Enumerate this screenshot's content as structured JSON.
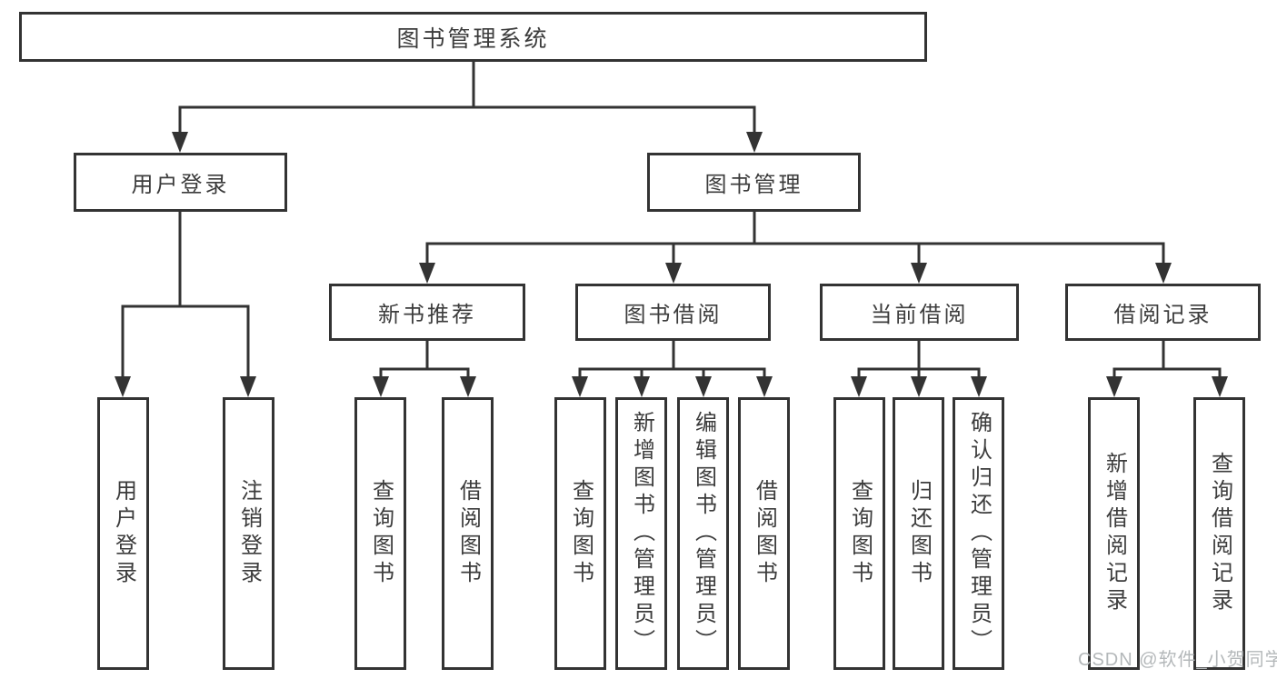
{
  "page": {
    "background": "#ffffff"
  },
  "colors": {
    "line": "#333333",
    "box_border": "#333333",
    "box_fill": "#ffffff",
    "label_text": "#3c3c3c",
    "watermark_text": "#b4b8ba"
  },
  "tree": {
    "root": {
      "label": "图书管理系统"
    },
    "level1": [
      {
        "label": "用户登录",
        "children": [
          {
            "label": "用户登录"
          },
          {
            "label": "注销登录"
          }
        ]
      },
      {
        "label": "图书管理",
        "children": [
          {
            "label": "新书推荐",
            "children": [
              {
                "label": "查询图书"
              },
              {
                "label": "借阅图书"
              }
            ]
          },
          {
            "label": "图书借阅",
            "children": [
              {
                "label": "查询图书"
              },
              {
                "label": "新增图书（管理员）"
              },
              {
                "label": "编辑图书（管理员）"
              },
              {
                "label": "借阅图书"
              }
            ]
          },
          {
            "label": "当前借阅",
            "children": [
              {
                "label": "查询图书"
              },
              {
                "label": "归还图书"
              },
              {
                "label": "确认归还（管理员）"
              }
            ]
          },
          {
            "label": "借阅记录",
            "children": [
              {
                "label": "新增借阅记录"
              },
              {
                "label": "查询借阅记录"
              }
            ]
          }
        ]
      }
    ]
  },
  "watermark": {
    "text": "CSDN @软件_小贺同学"
  }
}
